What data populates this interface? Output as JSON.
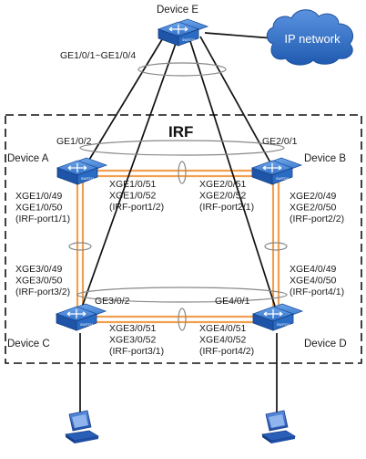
{
  "colors": {
    "irf_link": "#f0a050",
    "switch_body": "#2a6cc4",
    "cloud": "#2f6fc8",
    "pc": "#2a5fb8"
  },
  "irf_label": "IRF",
  "cloud_label": "IP network",
  "devices": {
    "e": "Device E",
    "a": "Device A",
    "b": "Device B",
    "c": "Device C",
    "d": "Device D"
  },
  "switch_badge": "SWITCH",
  "ports": {
    "agg_e": "GE1/0/1~GE1/0/4",
    "a_up": "GE1/0/2",
    "b_up": "GE2/0/1",
    "c_up": "GE3/0/2",
    "d_up": "GE4/0/1",
    "a_side": [
      "XGE1/0/49",
      "XGE1/0/50",
      "(IRF-port1/1)"
    ],
    "a_top": [
      "XGE1/0/51",
      "XGE1/0/52",
      "(IRF-port1/2)"
    ],
    "b_top": [
      "XGE2/0/51",
      "XGE2/0/52",
      "(IRF-port2/1)"
    ],
    "b_side": [
      "XGE2/0/49",
      "XGE2/0/50",
      "(IRF-port2/2)"
    ],
    "c_side": [
      "XGE3/0/49",
      "XGE3/0/50",
      "(IRF-port3/2)"
    ],
    "d_side": [
      "XGE4/0/49",
      "XGE4/0/50",
      "(IRF-port4/1)"
    ],
    "c_bottom": [
      "XGE3/0/51",
      "XGE3/0/52",
      "(IRF-port3/1)"
    ],
    "d_bottom": [
      "XGE4/0/51",
      "XGE4/0/52",
      "(IRF-port4/2)"
    ]
  }
}
